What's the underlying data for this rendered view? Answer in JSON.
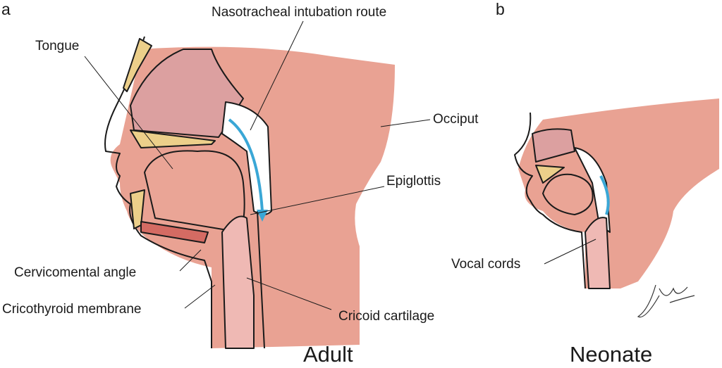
{
  "panels": {
    "a": {
      "letter": "a",
      "title": "Adult"
    },
    "b": {
      "letter": "b",
      "title": "Neonate"
    }
  },
  "labels": {
    "nasotracheal": "Nasotracheal intubation route",
    "tongue": "Tongue",
    "occiput": "Occiput",
    "epiglottis": "Epiglottis",
    "cervicomental": "Cervicomental angle",
    "cricothyroid": "Cricothyroid membrane",
    "cricoid": "Cricoid cartilage",
    "vocal_cords": "Vocal cords"
  },
  "colors": {
    "skin": "#e9a293",
    "nasal": "#dca0a0",
    "bone": "#eccf8a",
    "tongue": "#eaa596",
    "airway_tube": "#3aa7d6",
    "trachea": "#efb9b4"
  }
}
